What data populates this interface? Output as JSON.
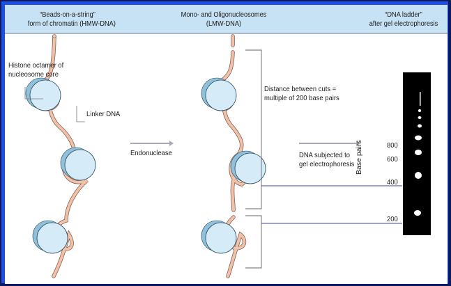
{
  "header": {
    "col1": {
      "line1": "“Beads-on-a-string”",
      "line2": "form of chromatin (HMW-DNA)"
    },
    "col2": {
      "line1": "Mono- and Oligonucleosomes",
      "line2": "(LMW-DNA)"
    },
    "col3": {
      "line1": "“DNA ladder”",
      "line2": "after gel electrophoresis"
    }
  },
  "labels": {
    "histone": {
      "line1": "Histone octamer of",
      "line2": "nucleosome core"
    },
    "linker": "Linker DNA",
    "endonuclease": "Endonuclease",
    "distance": {
      "line1": "Distance between cuts =",
      "line2": "multiple of 200 base pairs"
    },
    "gel_step": {
      "line1": "DNA subjected to",
      "line2": "gel electrophoresis"
    },
    "base_pairs": "Base pairs"
  },
  "ladder": {
    "markers": [
      "800",
      "600",
      "400",
      "200"
    ]
  },
  "colors": {
    "frame_outer": "#0b1a5e",
    "frame_inner": "#1f4fe0",
    "header_bg": "#c7e2f4",
    "dna_strand": "#f2c2a8",
    "histone": "#d6ebf8",
    "histone_shadow": "#8fc0dc",
    "gel": "#000000"
  }
}
